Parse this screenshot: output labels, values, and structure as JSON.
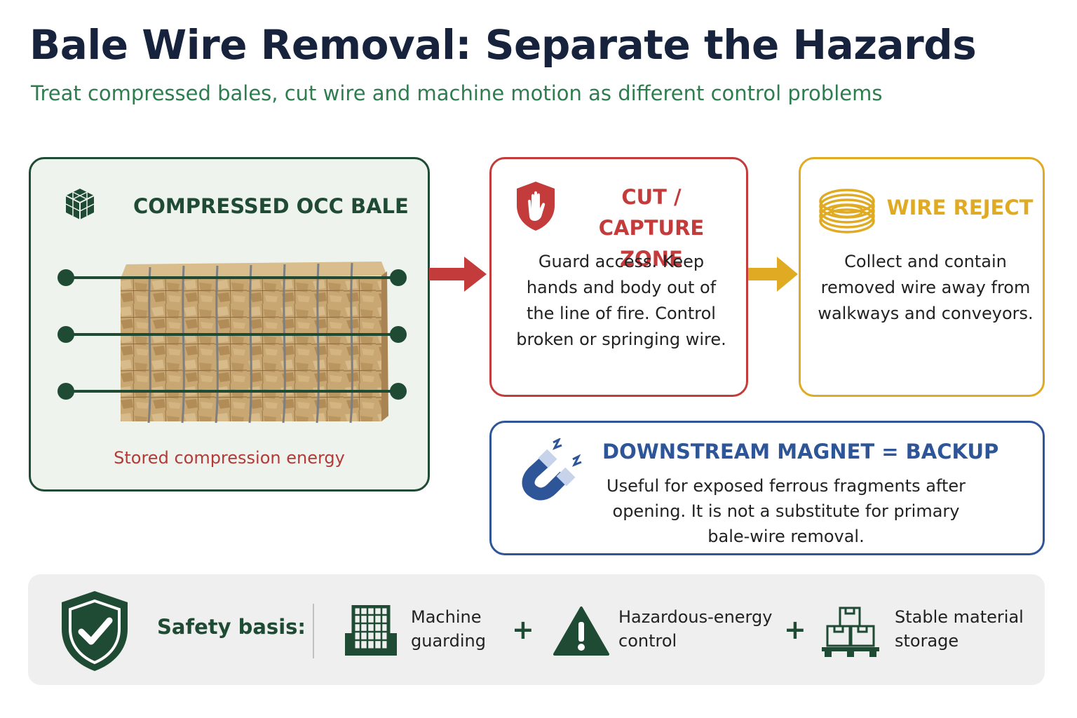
{
  "header": {
    "title": "Bale Wire Removal: Separate the Hazards",
    "subtitle": "Treat compressed bales, cut wire and machine motion as different control problems"
  },
  "bale": {
    "label": "COMPRESSED OCC BALE",
    "caption": "Stored compression energy",
    "icon": "stacked-bale-icon"
  },
  "cut_zone": {
    "title": "CUT / CAPTURE ZONE",
    "body": "Guard access. Keep hands and body out of the line of fire. Control broken or springing wire.",
    "icon": "hand-stop-shield-icon"
  },
  "wire_reject": {
    "title": "WIRE REJECT",
    "body": "Collect and contain removed wire away from walkways and conveyors.",
    "icon": "wire-coil-icon"
  },
  "magnet": {
    "title": "DOWNSTREAM MAGNET = BACKUP",
    "body": "Useful for exposed ferrous fragments after opening. It is not a substitute for primary bale-wire removal.",
    "icon": "horseshoe-magnet-icon"
  },
  "basis": {
    "label": "Safety basis:",
    "items": [
      {
        "text": "Machine guarding",
        "icon": "machine-guard-icon"
      },
      {
        "text": "Hazardous-energy control",
        "icon": "warning-triangle-icon"
      },
      {
        "text": "Stable material storage",
        "icon": "stacked-boxes-pallet-icon"
      }
    ],
    "plus": "+"
  },
  "colors": {
    "title": "#17233d",
    "green": "#1f4a33",
    "subtitle_green": "#2e7d4f",
    "red": "#c43b3b",
    "gold": "#e0ab22",
    "blue": "#2e5597",
    "bale_tan": "#c9a772"
  }
}
